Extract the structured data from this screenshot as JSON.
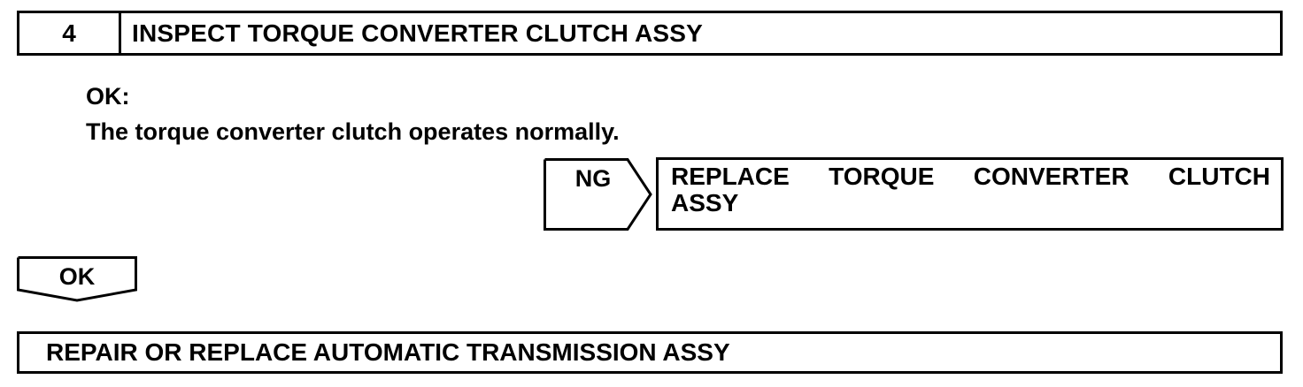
{
  "step": {
    "number": "4",
    "title": "INSPECT TORQUE CONVERTER CLUTCH ASSY"
  },
  "criteria": {
    "label": "OK:",
    "text": "The torque converter clutch operates normally."
  },
  "ng_branch": {
    "label": "NG",
    "action_words": [
      "REPLACE",
      "TORQUE",
      "CONVERTER",
      "CLUTCH"
    ],
    "action_line2": "ASSY"
  },
  "ok_branch": {
    "label": "OK"
  },
  "final_action": {
    "text": "REPAIR OR REPLACE AUTOMATIC TRANSMISSION ASSY"
  }
}
